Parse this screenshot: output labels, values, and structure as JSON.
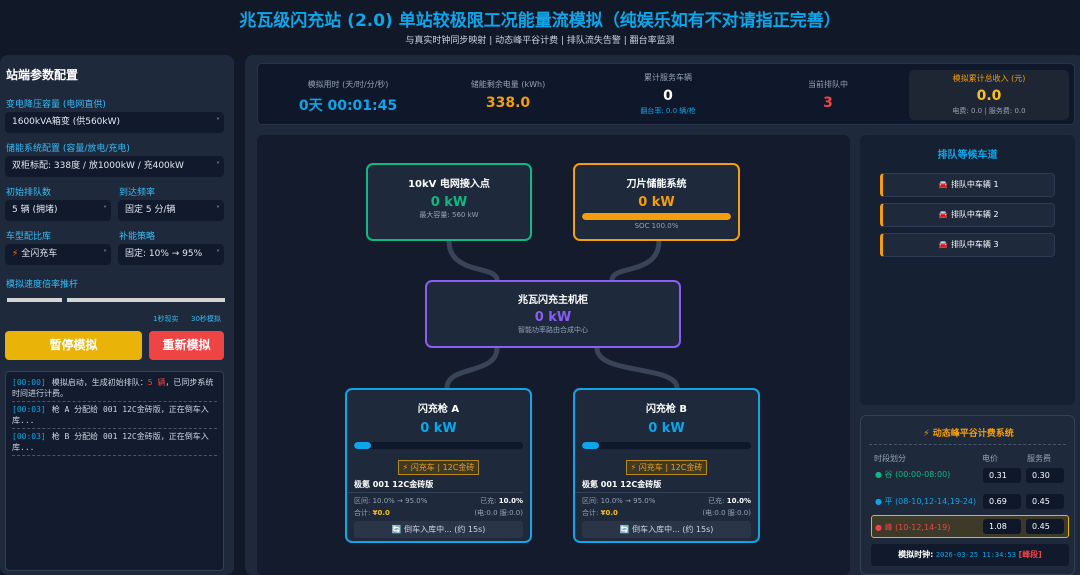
{
  "header": {
    "title": "兆瓦级闪充站 (2.0) 单站较极限工况能量流模拟（纯娱乐如有不对请指正完善）",
    "subtitle": "与真实时钟同步映射 | 动态峰平谷计费 | 排队流失告警 | 翻台率监测"
  },
  "config": {
    "title": "站端参数配置",
    "transformer_label": "变电降压容量 (电网直供)",
    "transformer_value": "1600kVA箱变 (供560kW)",
    "storage_label": "储能系统配置 (容量/放电/充电)",
    "storage_value": "双柜标配: 338度 / 放1000kW / 充400kW",
    "queue_label": "初始排队数",
    "queue_value": "5 辆 (拥堵)",
    "arrival_label": "到达频率",
    "arrival_value": "固定 5 分/辆",
    "mix_label": "车型配比库",
    "mix_value": "全闪充车",
    "strategy_label": "补能策略",
    "strategy_value": "固定: 10% → 95%",
    "speed_label": "模拟速度倍率推杆",
    "speed_min": "1秒现实",
    "speed_max": "30秒模拟",
    "pause_button": "暂停模拟",
    "restart_button": "重新模拟"
  },
  "log": [
    {
      "time": "[00:00]",
      "text": "模拟启动，生成初始排队：",
      "highlight": "5 辆",
      "rest": "，已同步系统时间进行计费。"
    },
    {
      "time": "[00:03]",
      "text": "枪 A 分配给 001 12C金砖版，正在倒车入库...",
      "highlight": "",
      "rest": ""
    },
    {
      "time": "[00:03]",
      "text": "枪 B 分配给 001 12C金砖版，正在倒车入库...",
      "highlight": "",
      "rest": ""
    }
  ],
  "stats": {
    "elapsed_label": "模拟用时 (天/时/分/秒)",
    "elapsed": "0天 00:01:45",
    "storage_label": "储能剩余电量 (kWh)",
    "storage": "338.0",
    "served_label": "累计服务车辆",
    "served": "0",
    "turnover": "翻台率: 0.0 辆/枪",
    "queue_label": "当前排队中",
    "queue": "3",
    "revenue_label": "模拟累计总收入 (元)",
    "revenue": "0.0",
    "revenue_sub": "电费: 0.0 | 服务费: 0.0"
  },
  "flow": {
    "grid": {
      "title": "10kV 电网接入点",
      "power": "0 kW",
      "sub": "最大容量: 560 kW"
    },
    "storage": {
      "title": "刀片储能系统",
      "power": "0 kW",
      "sub": "SOC 100.0%",
      "soc": 100
    },
    "host": {
      "title": "兆瓦闪充主机柜",
      "power": "0 kW",
      "sub": "智能功率路由合成中心"
    },
    "guns": [
      {
        "title": "闪充枪 A",
        "power": "0 kW",
        "progress": 10,
        "tag": "⚡ 闪充车 | 12C金砖",
        "car": "极氪 001 12C金砖版",
        "range": "区间: 10.0% → 95.0%",
        "soc_label": "已充:",
        "soc": "10.0%",
        "total_label": "合计:",
        "total": "¥0.0",
        "fees": "(电:0.0 服:0.0)",
        "status": "倒车入库中... (约 15s)"
      },
      {
        "title": "闪充枪 B",
        "power": "0 kW",
        "progress": 10,
        "tag": "⚡ 闪充车 | 12C金砖",
        "car": "极氪 001 12C金砖版",
        "range": "区间: 10.0% → 95.0%",
        "soc_label": "已充:",
        "soc": "10.0%",
        "total_label": "合计:",
        "total": "¥0.0",
        "fees": "(电:0.0 服:0.0)",
        "status": "倒车入库中... (约 15s)"
      }
    ]
  },
  "queue": {
    "title": "排队等候车道",
    "items": [
      "排队中车辆 1",
      "排队中车辆 2",
      "排队中车辆 3"
    ]
  },
  "pricing": {
    "title": "动态峰平谷计费系统",
    "col_period": "时段划分",
    "col_price": "电价",
    "col_fee": "服务费",
    "rows": [
      {
        "label": "● 谷 (00:00-08:00)",
        "price": "0.31",
        "fee": "0.30",
        "color": "#10b981"
      },
      {
        "label": "● 平 (08-10,12-14,19-24)",
        "price": "0.69",
        "fee": "0.45",
        "color": "#0ea5e9"
      },
      {
        "label": "● 峰 (10-12,14-19)",
        "price": "1.08",
        "fee": "0.45",
        "color": "#ef4444"
      }
    ],
    "clock_label": "模拟时钟:",
    "clock": "2026-03-25 11:34:53",
    "period": "[峰段]"
  }
}
